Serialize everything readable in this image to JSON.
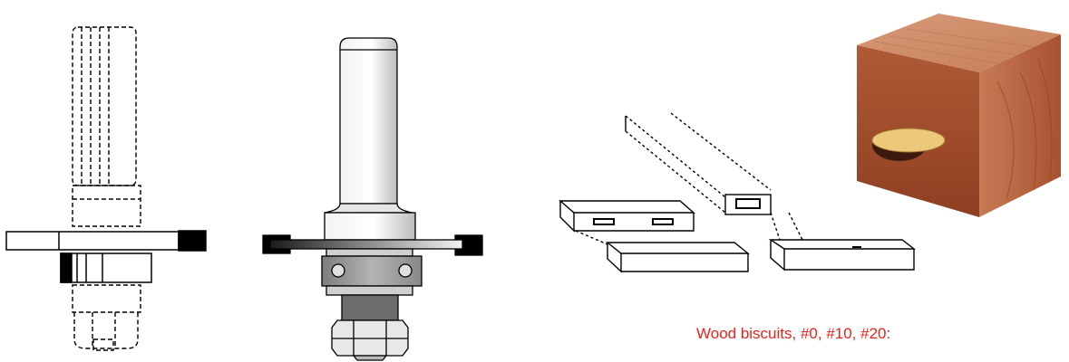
{
  "caption": "Wood biscuits, #0, #10, #20:",
  "colors": {
    "caption": "#e8231b",
    "wood_light": "#c97c55",
    "wood_dark": "#8a3b22",
    "biscuit": "#ecc87a",
    "steel": "#9a9a9a",
    "line": "#000000"
  },
  "icons": {
    "bit_outline": "slot-cutter-bit-outline",
    "bit_shaded": "slot-cutter-bit-shaded",
    "joint": "biscuit-joint-diagram",
    "block": "wood-block-with-biscuit"
  }
}
